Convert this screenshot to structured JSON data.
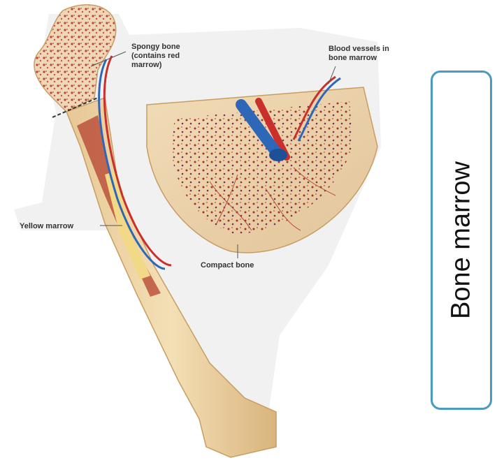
{
  "labels": {
    "spongy_bone": [
      "Spongy bone",
      "(contains red",
      "marrow)"
    ],
    "blood_vessels": [
      "Blood vessels in",
      "bone marrow"
    ],
    "yellow_marrow": "Yellow marrow",
    "compact_bone": "Compact bone"
  },
  "side_title": "Bone marrow",
  "colors": {
    "bone": "#ecd3a5",
    "bone_shadow": "#d6b47c",
    "marrow_yellow": "#f2d987",
    "spongy_red": "#b8433c",
    "artery": "#c9302c",
    "vein": "#2f67b8",
    "tag_border": "#4a9bbf"
  }
}
